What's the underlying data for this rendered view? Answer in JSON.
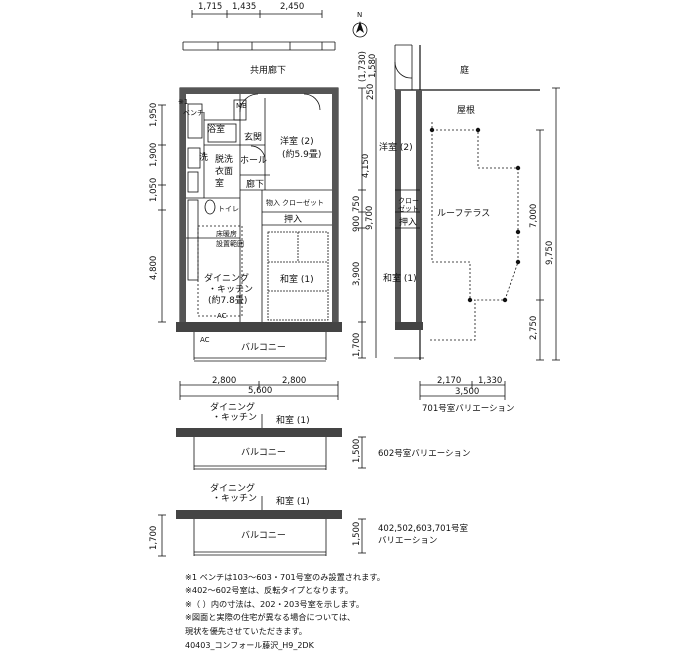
{
  "top_dims": [
    "1,715",
    "1,435",
    "2,450"
  ],
  "compass": "N",
  "corridor": "共用廊下",
  "right_top": {
    "garden": "庭",
    "roof": "屋根"
  },
  "rooms": {
    "bath": "浴室",
    "entrance": "玄関",
    "wash": "洗",
    "dressing": "脱洗\n衣面\n室",
    "hall": "ホール",
    "corridor": "廊下",
    "toilet": "トイレ",
    "storage": "物入",
    "closet": "クローゼット",
    "oshiire": "押入",
    "heating": "床暖房\n設置範囲",
    "western": "洋室 (2)",
    "western_size": "(約5.9畳)",
    "dining": "ダイニング\n・キッチン\n(約7.8畳)",
    "japanese": "和室 (1)",
    "balcony": "バルコニー",
    "bench": "ベンチ",
    "bench_mark": "※1",
    "mb": "MB",
    "ac": "AC"
  },
  "left_dims": [
    "1,950",
    "1,900",
    "1,050",
    "4,800"
  ],
  "mid_dims": [
    "4,150",
    "900",
    "750",
    "9,700",
    "3,900",
    "1,700",
    "250",
    "1,580",
    "(1,730)"
  ],
  "bottom_dims": [
    "2,800",
    "2,800",
    "5,600"
  ],
  "right_plan": {
    "western": "洋室 (2)",
    "closet": "クロー\nゼット",
    "oshiire": "押入",
    "terrace": "ルーフテラス",
    "japanese": "和室 (1)",
    "dims_v": [
      "7,000",
      "9,750",
      "2,750"
    ],
    "dims_h": [
      "2,170",
      "1,330",
      "3,500"
    ],
    "caption": "701号室バリエーション"
  },
  "var602": {
    "dining": "ダイニング\n・キッチン",
    "japanese": "和室 (1)",
    "balcony": "バルコニー",
    "dim": "1,500",
    "caption": "602号室バリエーション"
  },
  "var402": {
    "dining": "ダイニング\n・キッチン",
    "japanese": "和室 (1)",
    "balcony": "バルコニー",
    "dim1": "1,500",
    "dim2": "1,700",
    "caption": "402,502,603,701号室\nバリエーション"
  },
  "notes": [
    "※1  ベンチは103～603・701号室のみ設置されます。",
    "※402～602号室は、反転タイプとなります。",
    "※（  ）内の寸法は、202・203号室を示します。",
    "※図面と実際の住宅が異なる場合については、",
    "   現状を優先させていただきます。"
  ],
  "code": "40403_コンフォール藤沢_H9_2DK"
}
